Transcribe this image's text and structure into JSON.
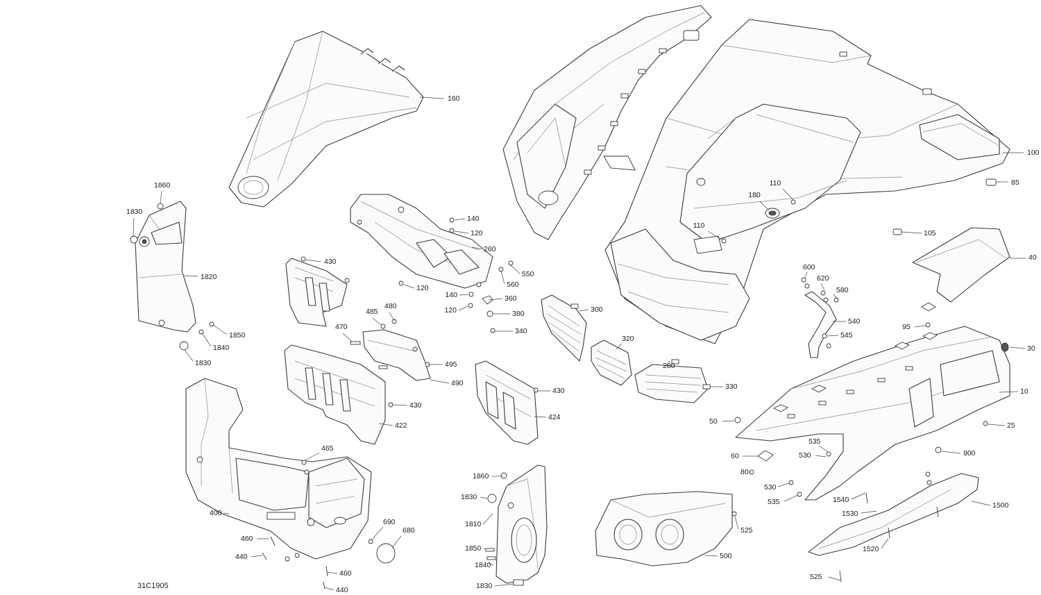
{
  "drawing_code": "31C1905",
  "callouts": [
    {
      "id": "c160",
      "label": "160"
    },
    {
      "id": "c100",
      "label": "100"
    },
    {
      "id": "c85",
      "label": "85"
    },
    {
      "id": "c110a",
      "label": "110"
    },
    {
      "id": "c180",
      "label": "180"
    },
    {
      "id": "c110b",
      "label": "110"
    },
    {
      "id": "c105",
      "label": "105"
    },
    {
      "id": "c40",
      "label": "40"
    },
    {
      "id": "c1860a",
      "label": "1860"
    },
    {
      "id": "c1830a",
      "label": "1830"
    },
    {
      "id": "c1820",
      "label": "1820"
    },
    {
      "id": "c1850a",
      "label": "1850"
    },
    {
      "id": "c1840a",
      "label": "1840"
    },
    {
      "id": "c1830b",
      "label": "1830"
    },
    {
      "id": "c140a",
      "label": "140"
    },
    {
      "id": "c120a",
      "label": "120"
    },
    {
      "id": "c260",
      "label": "260"
    },
    {
      "id": "c550",
      "label": "550"
    },
    {
      "id": "c560",
      "label": "560"
    },
    {
      "id": "c120b",
      "label": "120"
    },
    {
      "id": "c140b",
      "label": "140"
    },
    {
      "id": "c360",
      "label": "360"
    },
    {
      "id": "c120c",
      "label": "120"
    },
    {
      "id": "c380",
      "label": "380"
    },
    {
      "id": "c340",
      "label": "340"
    },
    {
      "id": "c430a",
      "label": "430"
    },
    {
      "id": "c485",
      "label": "485"
    },
    {
      "id": "c480",
      "label": "480"
    },
    {
      "id": "c470",
      "label": "470"
    },
    {
      "id": "c495",
      "label": "495"
    },
    {
      "id": "c490",
      "label": "490"
    },
    {
      "id": "c430b",
      "label": "430"
    },
    {
      "id": "c422",
      "label": "422"
    },
    {
      "id": "c300",
      "label": "300"
    },
    {
      "id": "c320",
      "label": "320"
    },
    {
      "id": "c280",
      "label": "280"
    },
    {
      "id": "c330",
      "label": "330"
    },
    {
      "id": "c430c",
      "label": "430"
    },
    {
      "id": "c424",
      "label": "424"
    },
    {
      "id": "c600",
      "label": "600"
    },
    {
      "id": "c620",
      "label": "620"
    },
    {
      "id": "c580",
      "label": "580"
    },
    {
      "id": "c540",
      "label": "540"
    },
    {
      "id": "c545",
      "label": "545"
    },
    {
      "id": "c95",
      "label": "95"
    },
    {
      "id": "c30",
      "label": "30"
    },
    {
      "id": "c10",
      "label": "10"
    },
    {
      "id": "c50",
      "label": "50"
    },
    {
      "id": "c25",
      "label": "25"
    },
    {
      "id": "c535a",
      "label": "535"
    },
    {
      "id": "c530a",
      "label": "530"
    },
    {
      "id": "c60",
      "label": "60"
    },
    {
      "id": "c900",
      "label": "900"
    },
    {
      "id": "c80",
      "label": "80"
    },
    {
      "id": "c530b",
      "label": "530"
    },
    {
      "id": "c535b",
      "label": "535"
    },
    {
      "id": "c1540",
      "label": "1540"
    },
    {
      "id": "c1530",
      "label": "1530"
    },
    {
      "id": "c1500",
      "label": "1500"
    },
    {
      "id": "c1520",
      "label": "1520"
    },
    {
      "id": "c525a",
      "label": "525"
    },
    {
      "id": "c525b",
      "label": "525"
    },
    {
      "id": "c465",
      "label": "465"
    },
    {
      "id": "c400",
      "label": "400"
    },
    {
      "id": "c690",
      "label": "690"
    },
    {
      "id": "c680",
      "label": "680"
    },
    {
      "id": "c460a",
      "label": "460"
    },
    {
      "id": "c440a",
      "label": "440"
    },
    {
      "id": "c460b",
      "label": "460"
    },
    {
      "id": "c440b",
      "label": "440"
    },
    {
      "id": "c1860b",
      "label": "1860"
    },
    {
      "id": "c1830c",
      "label": "1830"
    },
    {
      "id": "c1810",
      "label": "1810"
    },
    {
      "id": "c1850b",
      "label": "1850"
    },
    {
      "id": "c1840b",
      "label": "1840"
    },
    {
      "id": "c1830d",
      "label": "1830"
    },
    {
      "id": "c500",
      "label": "500"
    }
  ]
}
